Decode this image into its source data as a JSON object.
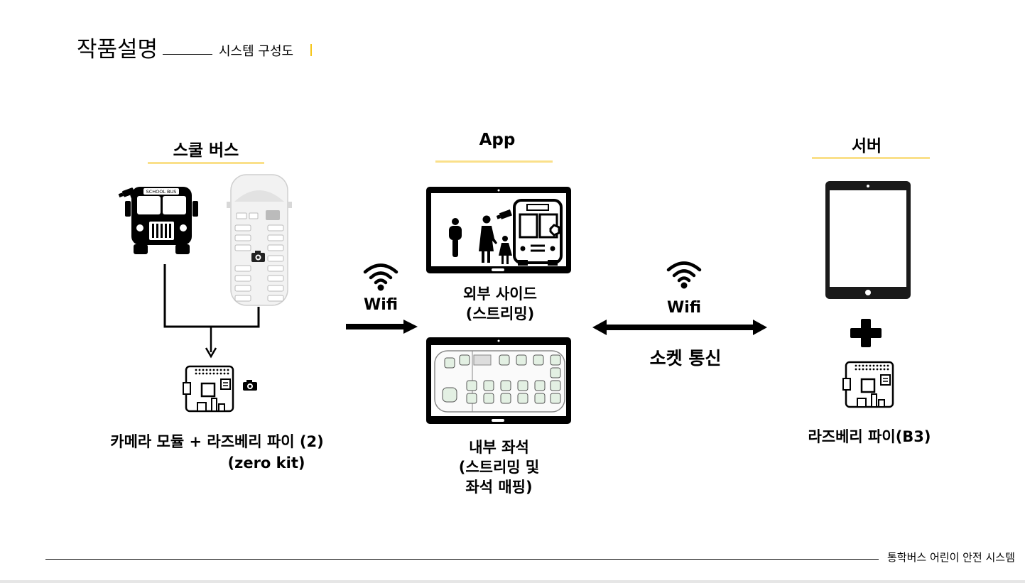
{
  "header": {
    "title": "작품설명",
    "subtitle": "시스템 구성도"
  },
  "school_bus": {
    "heading": "스쿨 버스",
    "bus_sign": "SCHOOL BUS",
    "module_label_line1": "카메라 모듈  + 라즈베리 파이 (2)",
    "module_label_line2": "(zero kit)"
  },
  "app": {
    "heading": "App",
    "outside_label": "외부 사이드",
    "outside_label_sub": "(스트리밍)",
    "inside_label": "내부 좌석\n(스트리밍 및\n좌석 매핑)"
  },
  "server": {
    "heading": "서버",
    "board_label": "라즈베리 파이(B3)"
  },
  "links": {
    "wifi_left": "Wifi",
    "wifi_right": "Wifi",
    "socket": "소켓 통신"
  },
  "colors": {
    "accent_yellow": "#fae08a",
    "marker_yellow": "#f5c518"
  },
  "footer": {
    "text": "통학버스 어린이 안전 시스템"
  }
}
